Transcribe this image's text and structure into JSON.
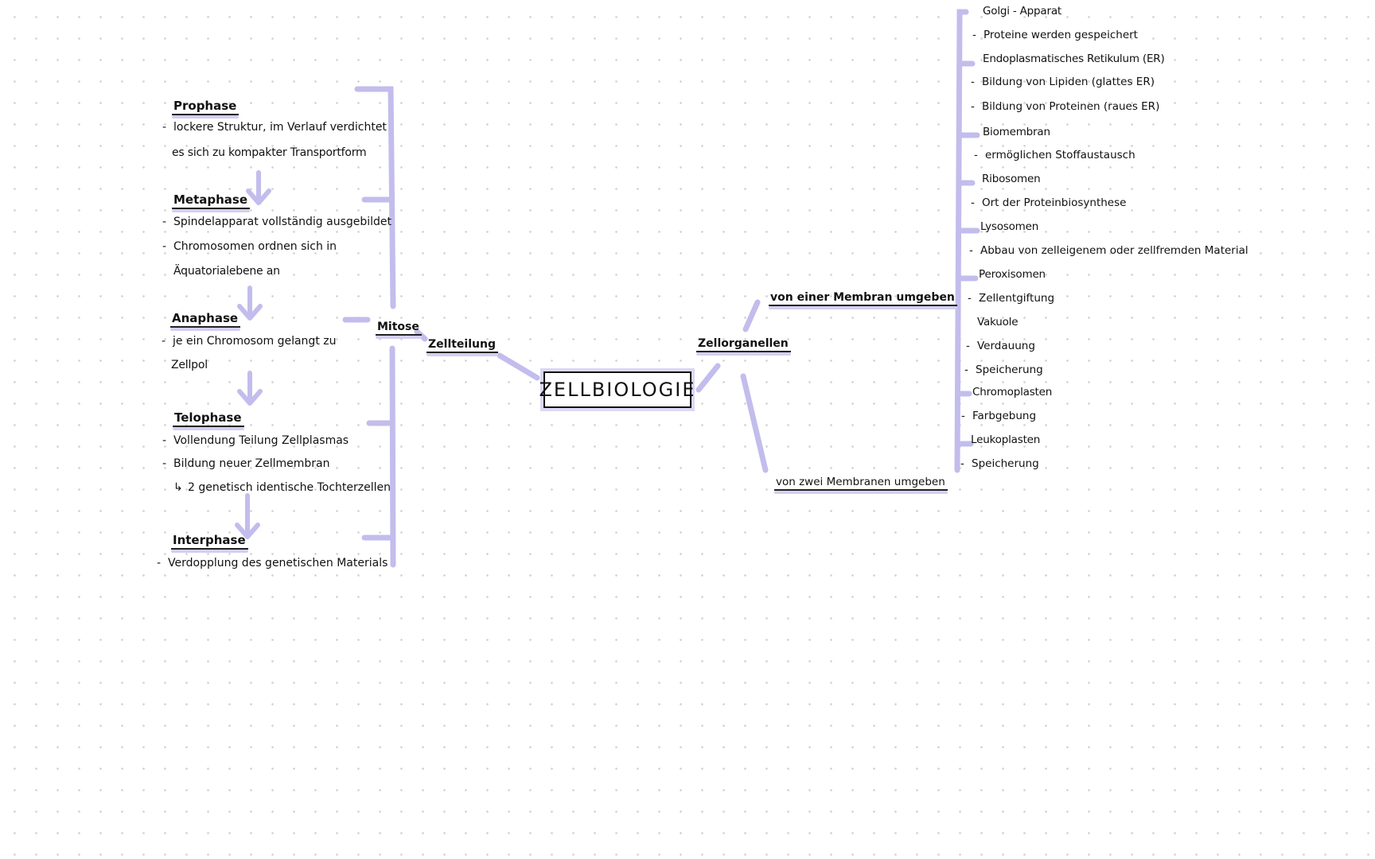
{
  "accent_color": "#c2bdec",
  "title": "ZELLBIOLOGIE",
  "zellteilung": {
    "label": "Zellteilung",
    "mitose": {
      "label": "Mitose",
      "phases": [
        {
          "name": "Prophase",
          "lines": [
            "lockere Struktur, im Verlauf verdichtet",
            "es sich zu kompakter Transportform"
          ]
        },
        {
          "name": "Metaphase",
          "lines": [
            "Spindelapparat vollständig ausgebildet",
            "Chromosomen ordnen sich in",
            "Äquatorialebene an"
          ]
        },
        {
          "name": "Anaphase",
          "lines": [
            "je ein Chromosom gelangt zu",
            "Zellpol"
          ]
        },
        {
          "name": "Telophase",
          "lines": [
            "Vollendung Teilung Zellplasmas",
            "Bildung neuer Zellmembran",
            "2 genetisch identische Tochterzellen"
          ]
        },
        {
          "name": "Interphase",
          "lines": [
            "Verdopplung des genetischen Materials"
          ]
        }
      ]
    }
  },
  "zellorganellen": {
    "label": "Zellorganellen",
    "one_membrane": "von einer Membran umgeben",
    "two_membranes": "von zwei Membranen umgeben",
    "organelles": [
      {
        "name": "Golgi - Apparat",
        "notes": [
          "Proteine werden gespeichert"
        ]
      },
      {
        "name": "Endoplasmatisches Retikulum (ER)",
        "notes": [
          "Bildung von Lipiden (glattes ER)",
          "Bildung von Proteinen (raues ER)"
        ]
      },
      {
        "name": "Biomembran",
        "notes": [
          "ermöglichen Stoffaustausch"
        ]
      },
      {
        "name": "Ribosomen",
        "notes": [
          "Ort der Proteinbiosynthese"
        ]
      },
      {
        "name": "Lysosomen",
        "notes": [
          "Abbau von zelleigenem oder zellfremden Material"
        ]
      },
      {
        "name": "Peroxisomen",
        "notes": [
          "Zellentgiftung"
        ]
      },
      {
        "name": "Vakuole",
        "notes": [
          "Verdauung",
          "Speicherung"
        ]
      },
      {
        "name": "Chromoplasten",
        "notes": [
          "Farbgebung"
        ]
      },
      {
        "name": "Leukoplasten",
        "notes": [
          "Speicherung"
        ]
      }
    ]
  }
}
